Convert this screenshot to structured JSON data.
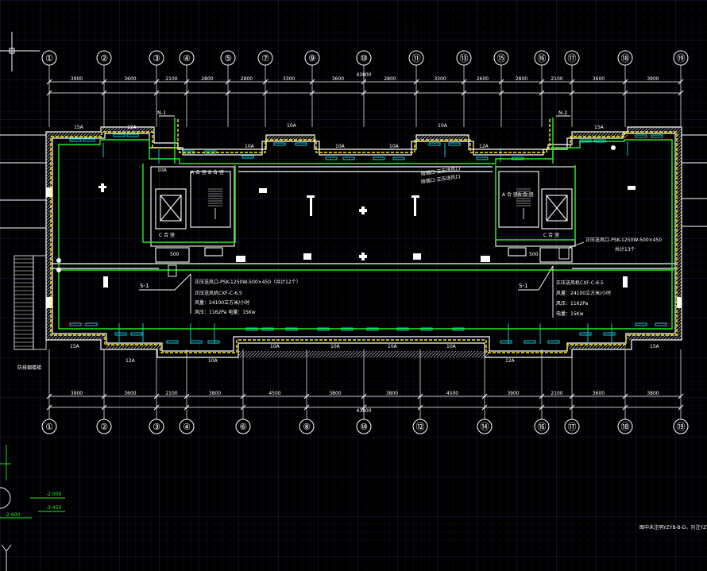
{
  "drawing": {
    "top_axes": [
      "①",
      "②",
      "③",
      "④",
      "⑤",
      "⑦",
      "⑨",
      "⑩",
      "⑪",
      "⑬",
      "⑮",
      "⑯",
      "⑰",
      "⑱",
      "⑲"
    ],
    "top_dims": [
      "3900",
      "3600",
      "2100",
      "2800",
      "2800",
      "3300",
      "3600",
      "2800",
      "3300",
      "2600",
      "2800",
      "2100",
      "3600",
      "3900"
    ],
    "top_total": "43800",
    "bottom_axes": [
      "①",
      "②",
      "③",
      "④",
      "⑥",
      "⑧",
      "⑩",
      "⑫",
      "⑭",
      "⑯",
      "⑰",
      "⑱",
      "⑲"
    ],
    "bottom_dims": [
      "3900",
      "3600",
      "2100",
      "3800",
      "4500",
      "3800",
      "3800",
      "4500",
      "3900",
      "2100",
      "3600",
      "3800"
    ],
    "bottom_total": "43800",
    "ducts": {
      "n1": "N-1",
      "n2": "N-2"
    },
    "zone_labels": {
      "top": [
        "15A",
        "12A",
        "10A",
        "10A",
        "10A",
        "10A",
        "10A",
        "12A",
        "15A"
      ],
      "bottom": [
        "15A",
        "12A",
        "10A",
        "10A",
        "10A",
        "10A",
        "12A",
        "10A",
        "15A"
      ],
      "left_shaft": "10A",
      "right_fan_label": "S-1"
    },
    "rooms": {
      "left_a": "A 合 竖",
      "left_b": "B 合 竖",
      "left_c": "C 合 竖",
      "right_a": "A 合 竖",
      "right_b": "B 合 竖",
      "right_c": "C 合 竖",
      "left_500": "500",
      "right_500": "500"
    },
    "left_notes": {
      "tag": "S-1",
      "line1": "正压送风口-PSK-1250W-500×450（共计12个）",
      "line2": "正压送风机CXF-C-6.5",
      "line3": "风量：24100立方米/小时",
      "line4": "风压：1162Pa 电量：15Kw"
    },
    "right_notes": {
      "tag": "S-1",
      "line1": "正压送风口-PSK-1250W-500×450",
      "line1b": "共计13个",
      "line2": "正压送风机CXF-C-6.5",
      "line3": "风量：24100立方米/小时",
      "line4": "风压：1162Pa",
      "line5": "电量：15Kw"
    },
    "center_notes": {
      "line1": "排烟口-正压送风口",
      "line2": "排烟口-正压送风口"
    },
    "stair_label": "防排烟楼梯",
    "levels": {
      "l1": "-2.000",
      "l2": "-3.450",
      "l3": "-2.600"
    },
    "footnote": "图中未注明YZYB-B-D，另注YZYB-S"
  },
  "colors": {
    "background": "#000000",
    "grid": "#1c2050",
    "axis_line": "#ffffff",
    "wall": "#ffffff",
    "hatch": "#bbbbbb",
    "duct_yellow": "#ffee00",
    "duct_green": "#22ee22",
    "window_cyan": "#00ccdd"
  }
}
